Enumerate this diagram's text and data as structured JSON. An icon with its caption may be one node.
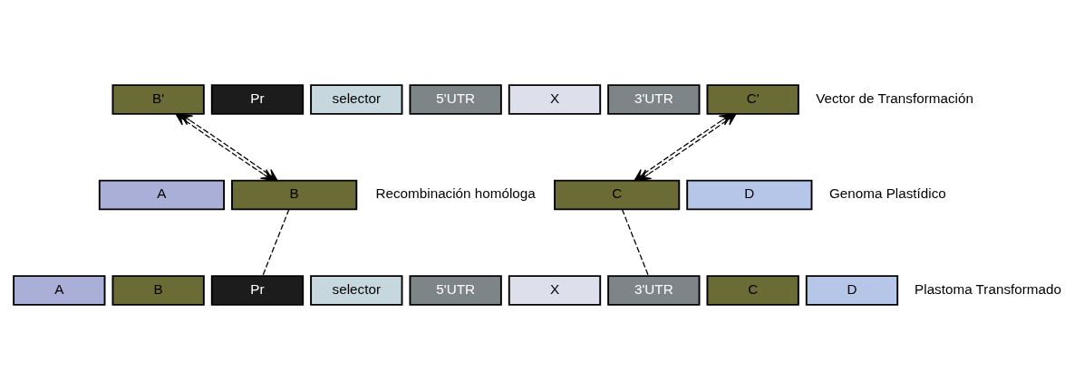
{
  "diagram": {
    "nodes": [
      {
        "text": [
          "B'"
        ]
      },
      {
        "text": [
          "Pr"
        ]
      },
      {
        "text": [
          "selector"
        ]
      },
      {
        "text": [
          "5'UTR"
        ]
      },
      {
        "text": [
          "X"
        ]
      },
      {
        "text": [
          "3'UTR"
        ]
      },
      {
        "text": [
          "C'"
        ]
      },
      {
        "text": [
          "A"
        ]
      },
      {
        "text": [
          "B"
        ]
      },
      {
        "text": [
          "C"
        ]
      },
      {
        "text": [
          "D"
        ]
      },
      {
        "text": [
          "A"
        ]
      },
      {
        "text": [
          "B"
        ]
      },
      {
        "text": [
          "Pr"
        ]
      },
      {
        "text": [
          "selector"
        ]
      },
      {
        "text": [
          "5'UTR"
        ]
      },
      {
        "text": [
          "X"
        ]
      },
      {
        "text": [
          "3'UTR"
        ]
      },
      {
        "text": [
          "C"
        ]
      },
      {
        "text": [
          "D"
        ]
      }
    ],
    "edges": [
      {
        "from": 0,
        "to": 8,
        "arrow": "both",
        "style": "dashed"
      },
      {
        "from": 0,
        "to": 8,
        "arrow": "both",
        "style": "dashed"
      },
      {
        "from": 6,
        "to": 9,
        "arrow": "both",
        "style": "dashed"
      },
      {
        "from": 6,
        "to": 9,
        "arrow": "both",
        "style": "dashed"
      },
      {
        "from": 8,
        "to": 13,
        "arrow": "none",
        "style": "dashed"
      },
      {
        "from": 9,
        "to": 17,
        "arrow": "none",
        "style": "dashed"
      }
    ],
    "labels": [
      "Vector de Transformación",
      "Recombinación homóloga",
      "Genoma Plastídico",
      "Plastoma Transformado"
    ]
  }
}
